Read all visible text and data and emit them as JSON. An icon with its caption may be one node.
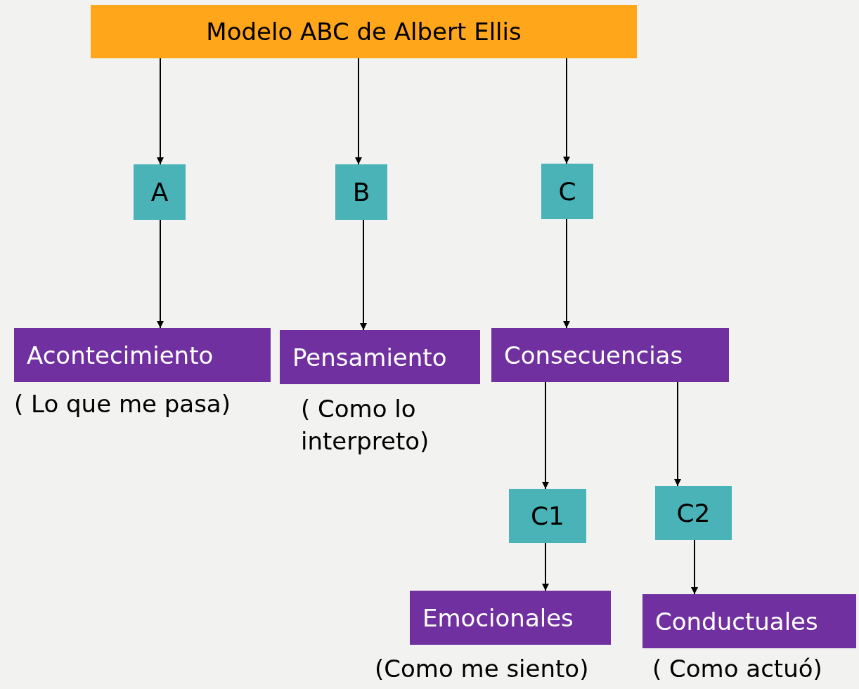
{
  "diagram": {
    "nodes": [
      {
        "text": [
          "Modelo ABC de Albert Ellis"
        ]
      },
      {
        "text": [
          "A"
        ]
      },
      {
        "text": [
          "B"
        ]
      },
      {
        "text": [
          "C"
        ]
      },
      {
        "text": [
          "Acontecimiento"
        ],
        "beside": [
          "( Lo que me pasa)"
        ]
      },
      {
        "text": [
          "Pensamiento"
        ],
        "beside": [
          "( Como lo interpreto)"
        ]
      },
      {
        "text": [
          "Consecuencias"
        ]
      },
      {
        "text": [
          "C1"
        ]
      },
      {
        "text": [
          "C2"
        ]
      },
      {
        "text": [
          "Emocionales"
        ],
        "beside": [
          "(Como me siento)"
        ]
      },
      {
        "text": [
          "Conductuales"
        ],
        "beside": [
          "( Como actuó)"
        ]
      }
    ],
    "edges": [
      {
        "from": 0,
        "to": 1,
        "arrow": "to"
      },
      {
        "from": 0,
        "to": 2,
        "arrow": "to"
      },
      {
        "from": 0,
        "to": 3,
        "arrow": "to"
      },
      {
        "from": 1,
        "to": 4,
        "arrow": "to"
      },
      {
        "from": 2,
        "to": 5,
        "arrow": "to"
      },
      {
        "from": 3,
        "to": 6,
        "arrow": "to"
      },
      {
        "from": 6,
        "to": 7,
        "arrow": "to"
      },
      {
        "from": 6,
        "to": 8,
        "arrow": "to"
      },
      {
        "from": 7,
        "to": 9,
        "arrow": "to"
      },
      {
        "from": 8,
        "to": 10,
        "arrow": "to"
      }
    ]
  }
}
